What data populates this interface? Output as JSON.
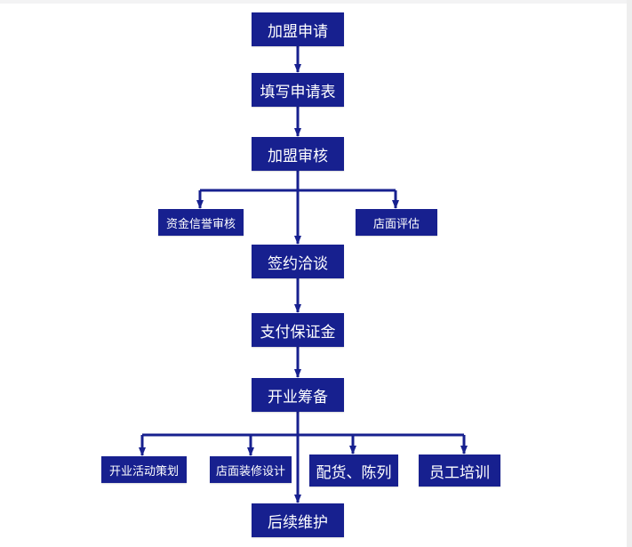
{
  "colors": {
    "node_fill": "#17208f",
    "node_text": "#ffffff",
    "connector": "#17208f"
  },
  "nodes": [
    {
      "id": "n1",
      "label": "加盟申请"
    },
    {
      "id": "n2",
      "label": "填写申请表"
    },
    {
      "id": "n3",
      "label": "加盟审核"
    },
    {
      "id": "n4",
      "label": "资金信誉审核"
    },
    {
      "id": "n5",
      "label": "店面评估"
    },
    {
      "id": "n6",
      "label": "签约洽谈"
    },
    {
      "id": "n7",
      "label": "支付保证金"
    },
    {
      "id": "n8",
      "label": "开业筹备"
    },
    {
      "id": "n9",
      "label": "开业活动策划"
    },
    {
      "id": "n10",
      "label": "店面装修设计"
    },
    {
      "id": "n11",
      "label": "配货、陈列"
    },
    {
      "id": "n12",
      "label": "员工培训"
    },
    {
      "id": "n13",
      "label": "后续维护"
    }
  ],
  "edges": [
    {
      "from": "n1",
      "to": "n2"
    },
    {
      "from": "n2",
      "to": "n3"
    },
    {
      "from": "n3",
      "to": "n4"
    },
    {
      "from": "n3",
      "to": "n5"
    },
    {
      "from": "n3",
      "to": "n6"
    },
    {
      "from": "n6",
      "to": "n7"
    },
    {
      "from": "n7",
      "to": "n8"
    },
    {
      "from": "n8",
      "to": "n9"
    },
    {
      "from": "n8",
      "to": "n10"
    },
    {
      "from": "n8",
      "to": "n11"
    },
    {
      "from": "n8",
      "to": "n12"
    },
    {
      "from": "n8",
      "to": "n13"
    }
  ]
}
